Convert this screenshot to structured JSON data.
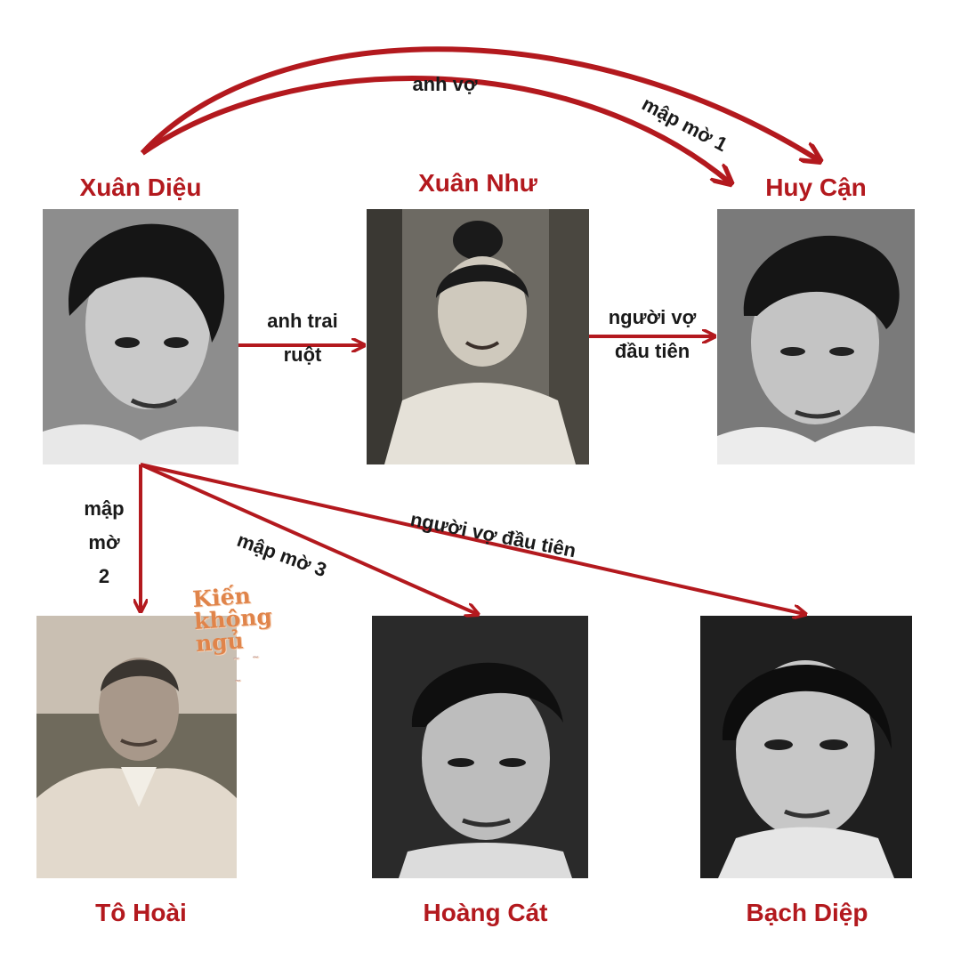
{
  "people": {
    "xuan_dieu": "Xuân Diệu",
    "xuan_nhu": "Xuân Như",
    "huy_can": "Huy Cận",
    "to_hoai": "Tô Hoài",
    "hoang_cat": "Hoàng Cát",
    "bach_diep": "Bạch Diệp"
  },
  "relations": {
    "anh_vo": "anh vợ",
    "map_mo_1": "mập mờ 1",
    "anh_trai_line1": "anh trai",
    "anh_trai_line2": "ruột",
    "nguoi_vo_line1": "người vợ",
    "nguoi_vo_line2": "đầu tiên",
    "map_mo_2_line1": "mập",
    "map_mo_2_line2": "mờ",
    "map_mo_2_line3": "2",
    "map_mo_3": "mập mờ 3",
    "nguoi_vo_dau_tien": "người vợ đầu tiên"
  },
  "watermark": {
    "line1": "Kiến",
    "line2": "không",
    "line3": "ngủ"
  },
  "colors": {
    "accent": "#b3191e",
    "label": "#1a1a1a",
    "watermark": "#e0844a"
  }
}
